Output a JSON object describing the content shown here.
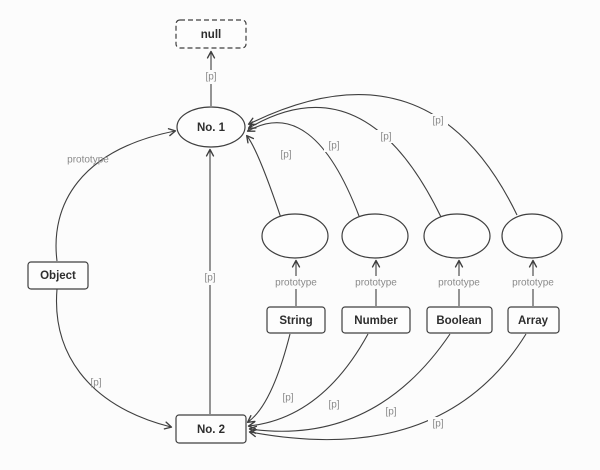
{
  "diagram": {
    "nodes": {
      "null": {
        "label": "null"
      },
      "no1": {
        "label": "No. 1"
      },
      "no2": {
        "label": "No. 2"
      },
      "object": {
        "label": "Object"
      },
      "string": {
        "label": "String"
      },
      "number": {
        "label": "Number"
      },
      "boolean": {
        "label": "Boolean"
      },
      "array": {
        "label": "Array"
      }
    },
    "edge_labels": {
      "p": "[p]",
      "prototype": "prototype"
    },
    "colors": {
      "stroke": "#3f3f3f",
      "edge_label": "#8a8a8a",
      "background": "#fcfcfc"
    }
  }
}
